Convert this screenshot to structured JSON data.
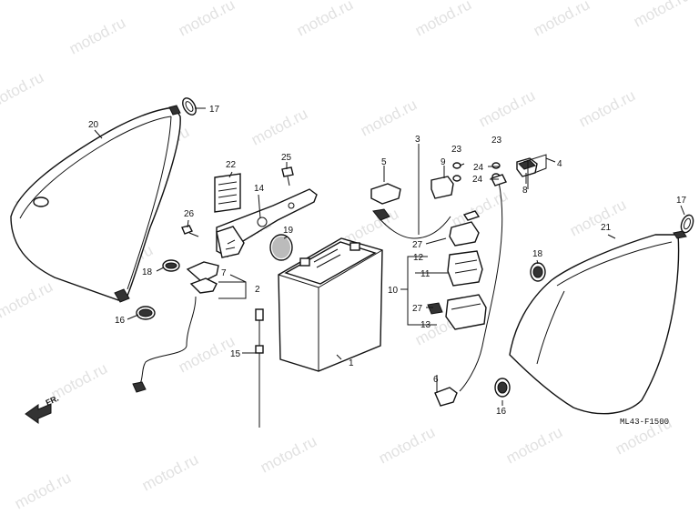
{
  "watermark": "motod.ru",
  "diagram_code": "ML43-F1500",
  "front_label": "FR.",
  "callouts": {
    "c1": "1",
    "c2": "2",
    "c3": "3",
    "c4": "4",
    "c5": "5",
    "c6": "6",
    "c7": "7",
    "c8": "8",
    "c9": "9",
    "c10": "10",
    "c11": "11",
    "c12": "12",
    "c13": "13",
    "c14": "14",
    "c15": "15",
    "c16a": "16",
    "c16b": "16",
    "c17a": "17",
    "c17b": "17",
    "c18a": "18",
    "c18b": "18",
    "c19": "19",
    "c20": "20",
    "c21": "21",
    "c22": "22",
    "c23a": "23",
    "c23b": "23",
    "c24a": "24",
    "c24b": "24",
    "c25": "25",
    "c26": "26",
    "c27a": "27",
    "c27b": "27"
  }
}
